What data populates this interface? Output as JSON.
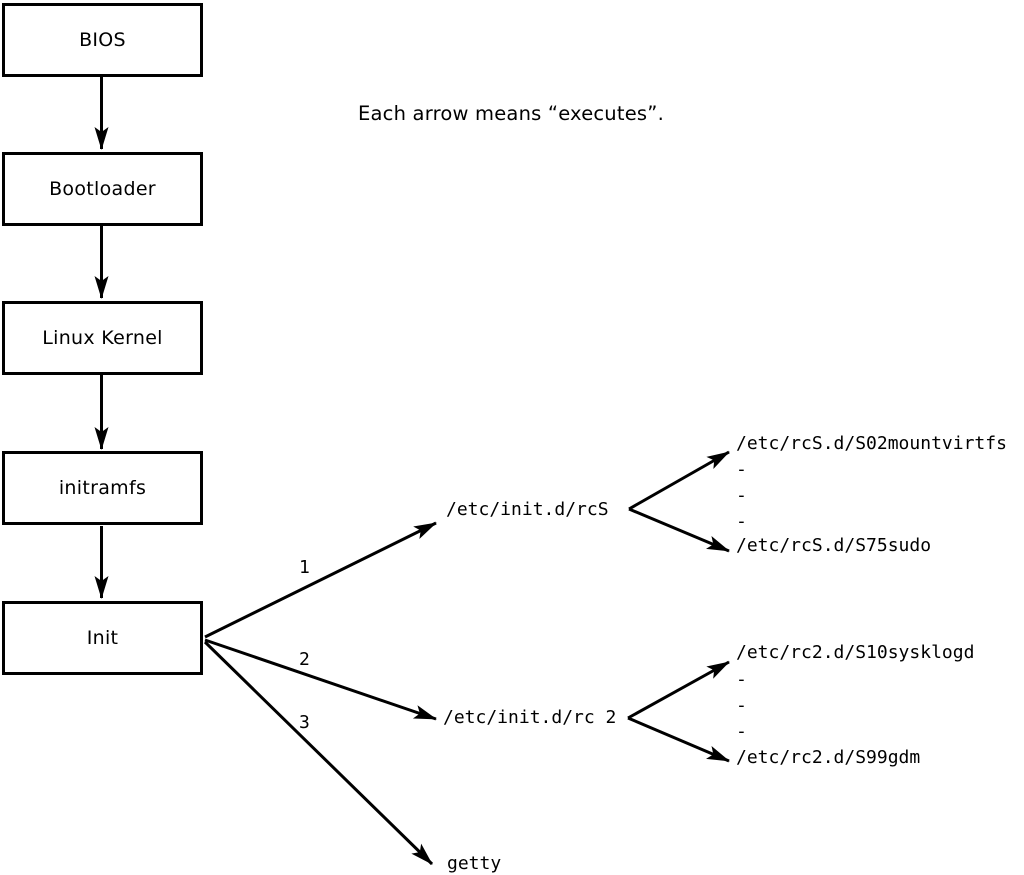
{
  "diagram": {
    "title_note": "Each arrow means “executes”.",
    "boot_chain": [
      {
        "label": "BIOS"
      },
      {
        "label": "Bootloader"
      },
      {
        "label": "Linux Kernel"
      },
      {
        "label": "initramfs"
      },
      {
        "label": "Init"
      }
    ],
    "arrow_labels": {
      "one": "1",
      "two": "2",
      "three": "3"
    },
    "rcS": {
      "label": "/etc/init.d/rcS",
      "children": [
        "/etc/rcS.d/S02mountvirtfs",
        "-",
        "-",
        "-",
        "/etc/rcS.d/S75sudo"
      ]
    },
    "rc2": {
      "label": "/etc/init.d/rc 2",
      "children": [
        "/etc/rc2.d/S10sysklogd",
        "-",
        "-",
        "-",
        "/etc/rc2.d/S99gdm"
      ]
    },
    "getty": {
      "label": "getty"
    },
    "colors": {
      "line": "#000000",
      "background": "#ffffff",
      "text": "#000000"
    }
  }
}
